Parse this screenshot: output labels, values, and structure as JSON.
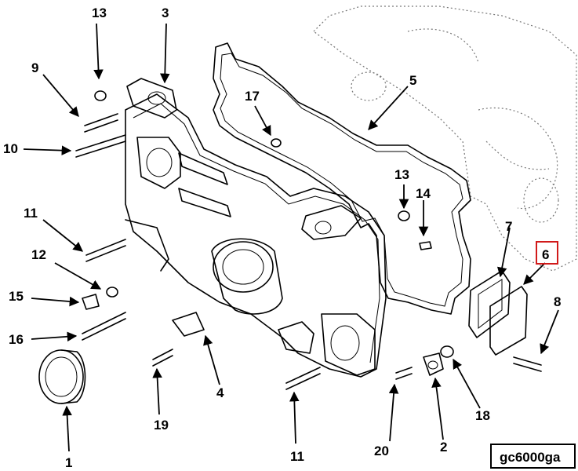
{
  "callouts": {
    "c1": "1",
    "c2": "2",
    "c3": "3",
    "c4": "4",
    "c5": "5",
    "c6": "6",
    "c7": "7",
    "c8": "8",
    "c9": "9",
    "c10": "10",
    "c11a": "11",
    "c11b": "11",
    "c12": "12",
    "c13a": "13",
    "c13b": "13",
    "c14": "14",
    "c15": "15",
    "c16": "16",
    "c17": "17",
    "c18": "18",
    "c19": "19",
    "c20": "20"
  },
  "figure_id": "gc6000ga",
  "highlight_color": "#d11a1a"
}
